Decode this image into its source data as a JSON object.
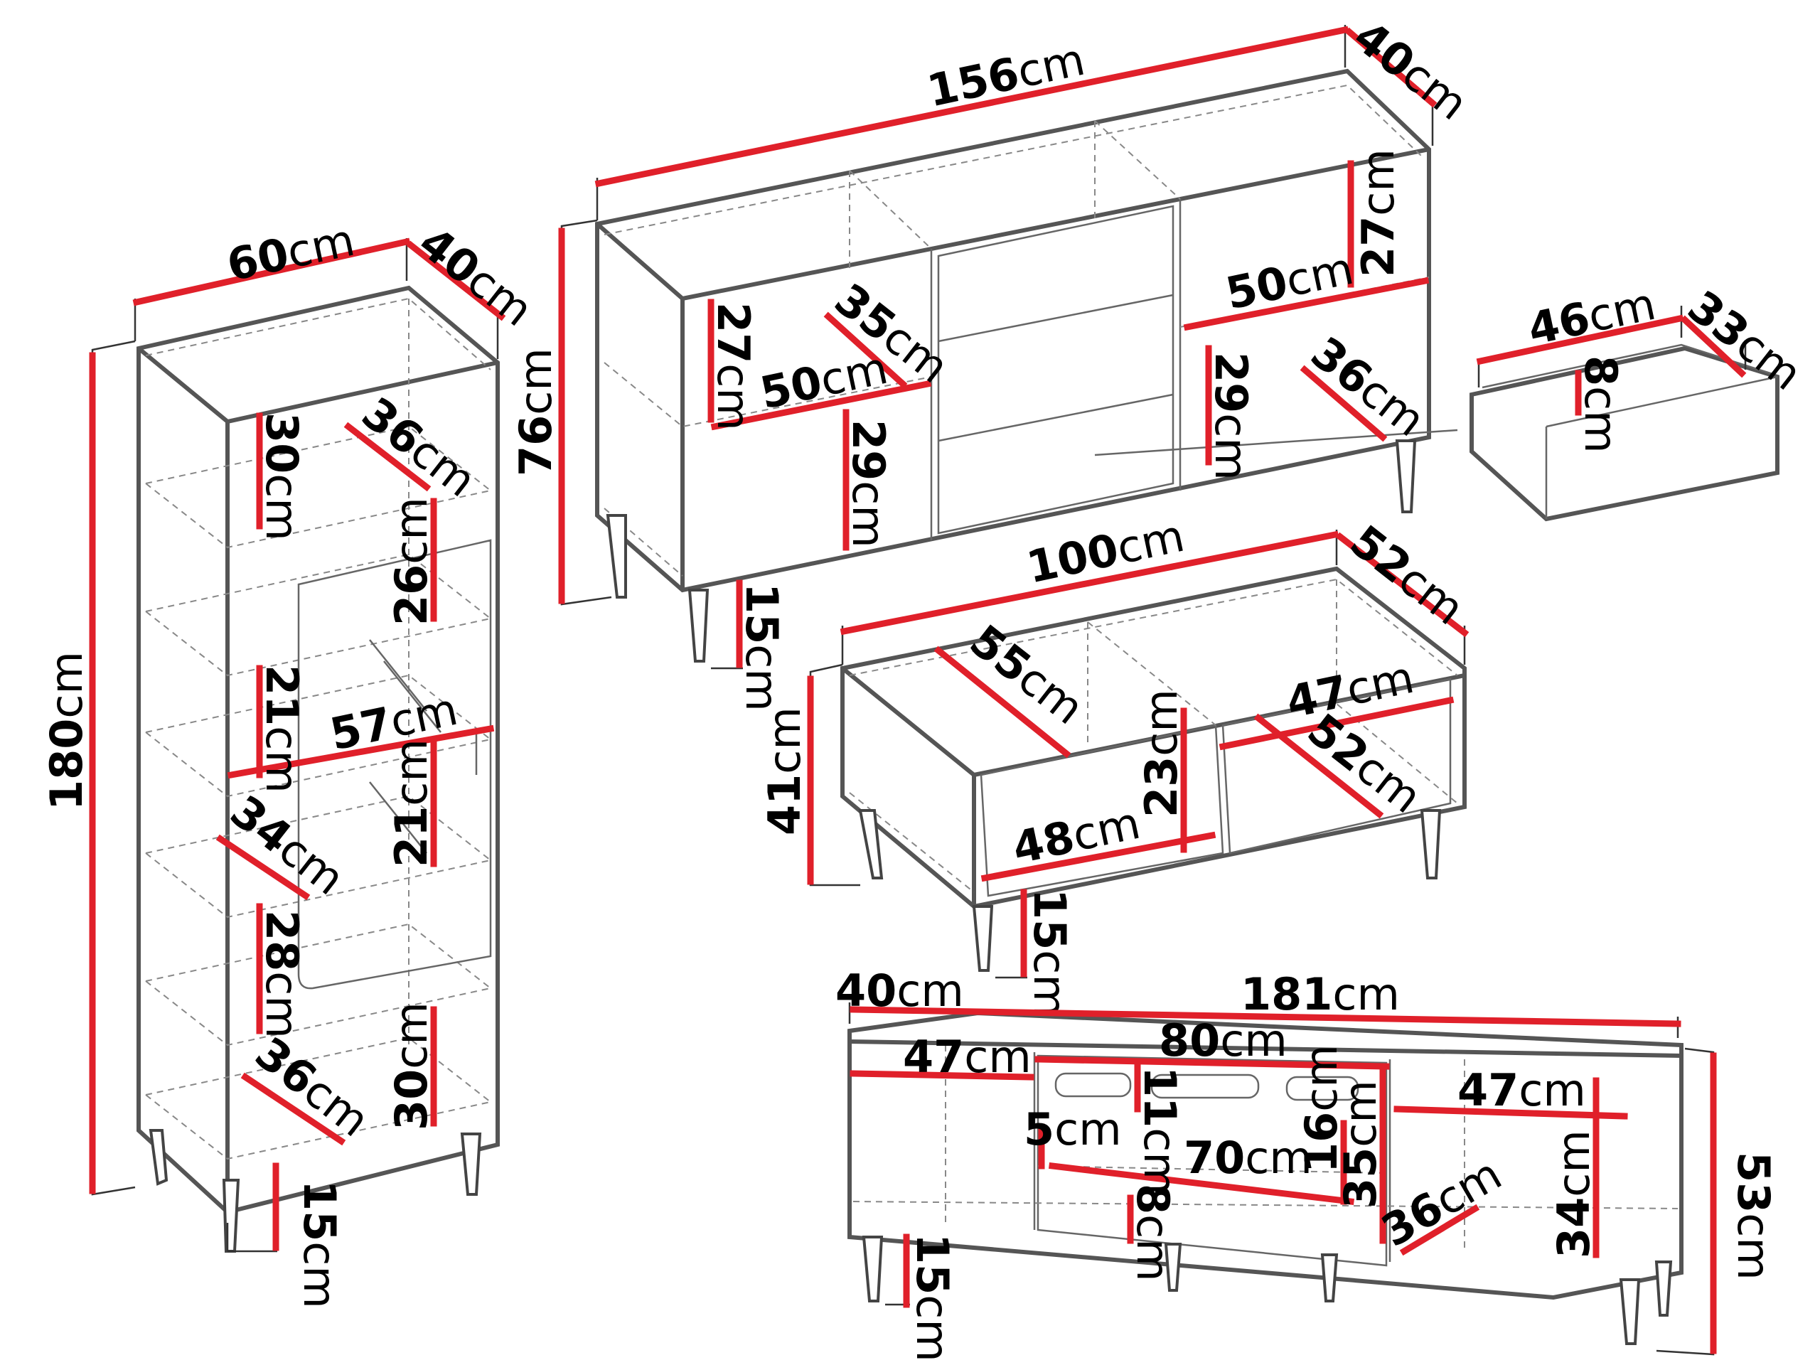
{
  "tall_cabinet": {
    "width": "60",
    "depth": "40",
    "height": "180",
    "legs": "15",
    "shelf_top": "30",
    "shelf_depth_top": "36",
    "glass_upper": "26",
    "glass_mid": "21",
    "shelf_mid_left": "21",
    "inner_width": "57",
    "depth_mid": "34",
    "shelf_low": "28",
    "depth_bottom": "36",
    "bottom": "30"
  },
  "sideboard": {
    "width": "156",
    "depth": "40",
    "height": "76",
    "legs": "15",
    "left_upper": "27",
    "left_depth": "35",
    "left_width": "50",
    "left_lower": "29",
    "right_upper": "27",
    "right_width": "50",
    "right_lower": "29",
    "right_depth": "36"
  },
  "drawer": {
    "width": "46",
    "depth": "33",
    "height": "8"
  },
  "coffee_table": {
    "width": "100",
    "depth": "52",
    "height": "41",
    "legs": "15",
    "inner_depth": "55",
    "right_width": "47",
    "right_depth": "52",
    "mid_height": "23",
    "drawer_width": "48"
  },
  "tv_stand": {
    "depth": "40",
    "width": "181",
    "height": "53",
    "left_width": "47",
    "middle_width": "80",
    "top_gap": "11",
    "side_gap": "5",
    "inner_width": "70",
    "inner_height": "16",
    "middle_height": "35",
    "bottom_gap": "8",
    "right_width": "47",
    "right_depth": "36",
    "right_height": "34",
    "legs": "15"
  },
  "unit": "cm"
}
